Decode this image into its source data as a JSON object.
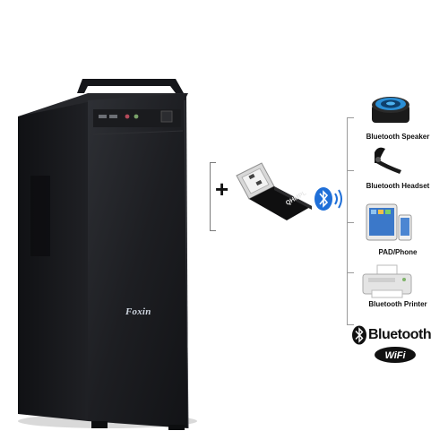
{
  "product": {
    "brand": "Foxin",
    "dongle_label": "QHMPL"
  },
  "connector": {
    "plus": "+"
  },
  "devices": [
    {
      "label": "Bluetooth Speaker",
      "icon": "speaker-icon"
    },
    {
      "label": "Bluetooth Headset",
      "icon": "headset-icon"
    },
    {
      "label": "PAD/Phone",
      "icon": "tablet-phone-icon"
    },
    {
      "label": "Bluetooth Printer",
      "icon": "printer-icon"
    }
  ],
  "logos": {
    "bluetooth": "Bluetooth",
    "wifi": "WiFi"
  },
  "colors": {
    "tower_body": "#1b1c1f",
    "bluetooth_blue": "#1f6fd8",
    "speaker_ring": "#2b8fd6"
  }
}
